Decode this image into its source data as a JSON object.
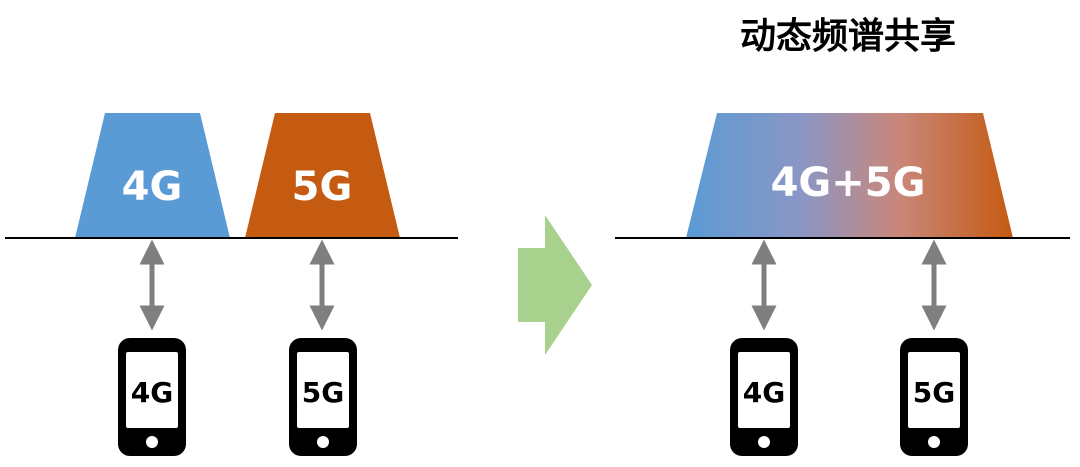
{
  "title": "动态频谱共享",
  "left": {
    "bands": [
      {
        "label": "4G",
        "color": "#5b9bd5"
      },
      {
        "label": "5G",
        "color": "#c55a11"
      }
    ],
    "phones": [
      {
        "label": "4G"
      },
      {
        "label": "5G"
      }
    ]
  },
  "transition_arrow": {
    "color": "#a9d18e"
  },
  "right": {
    "band": {
      "label": "4G+5G",
      "gradient": [
        "#5b9bd5",
        "#8a96c5",
        "#c9877a",
        "#c55a11"
      ]
    },
    "phones": [
      {
        "label": "4G"
      },
      {
        "label": "5G"
      }
    ]
  },
  "connector_color": "#7f7f7f",
  "baseline_color": "#000000"
}
